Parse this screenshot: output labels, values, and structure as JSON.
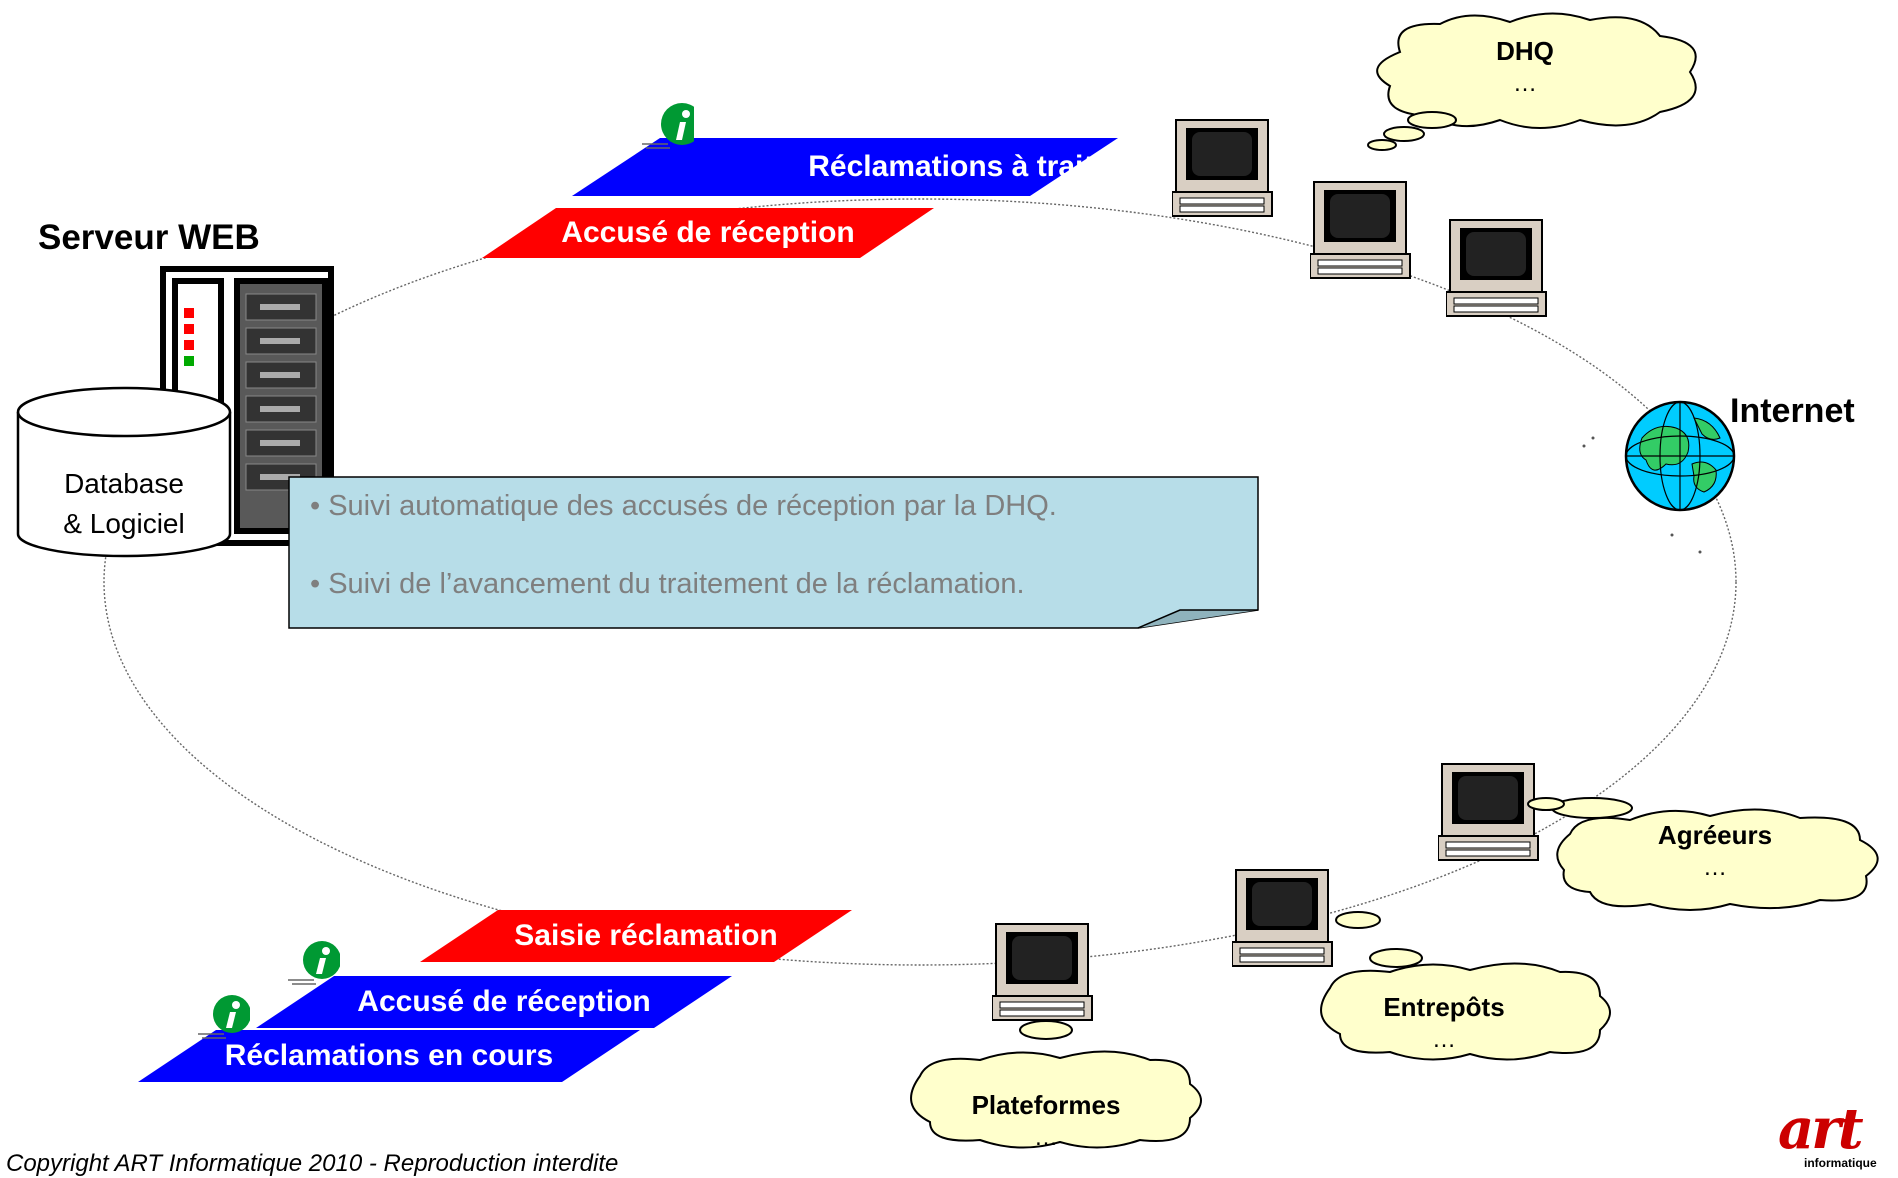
{
  "server": {
    "title": "Serveur WEB",
    "database_line1": "Database",
    "database_line2": "& Logiciel"
  },
  "internet_label": "Internet",
  "bars": {
    "top_blue": "Réclamations à traiter",
    "top_red": "Accusé de réception",
    "bottom_red": "Saisie réclamation",
    "bottom_blue_1": "Accusé de réception",
    "bottom_blue_2": "Réclamations en cours"
  },
  "clouds": {
    "dhq": {
      "title": "DHQ",
      "more": "…"
    },
    "agreeurs": {
      "title": "Agréeurs",
      "more": "…"
    },
    "entrepots": {
      "title": "Entrepôts",
      "more": "…"
    },
    "plateformes": {
      "title": "Plateformes",
      "more": "…"
    }
  },
  "note": {
    "line1": "• Suivi automatique des accusés de réception par la DHQ.",
    "line2": "• Suivi de l’avancement du traitement de la réclamation."
  },
  "copyright": "Copyright ART Informatique 2010 - Reproduction interdite",
  "logo": {
    "text": "art",
    "subtext": "informatique"
  },
  "colors": {
    "blue": "#0000ff",
    "red": "#ff0000",
    "cloud_fill": "#ffffcc",
    "note_fill": "#b7dde8",
    "globe_green": "#33cc66"
  }
}
